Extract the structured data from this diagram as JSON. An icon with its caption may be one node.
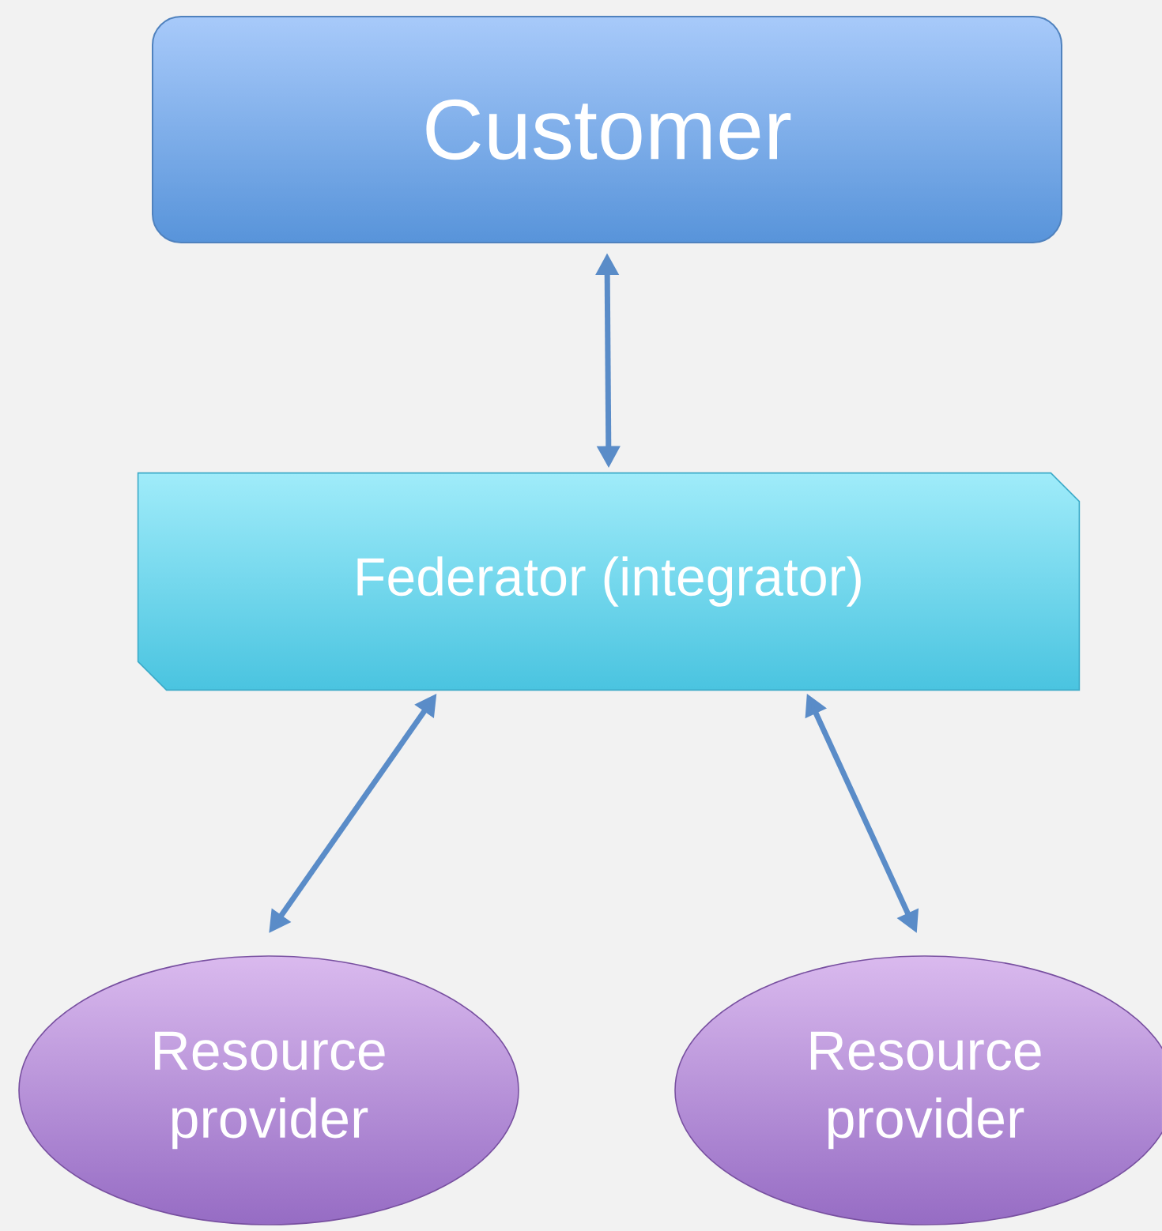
{
  "diagram": {
    "nodes": [
      {
        "text": [
          "Customer"
        ]
      },
      {
        "text": [
          "Federator (integrator)"
        ]
      },
      {
        "text": [
          "Resource provider"
        ]
      },
      {
        "text": [
          "Resource provider"
        ]
      }
    ],
    "edges": [
      {
        "from": 0,
        "to": 1,
        "arrow": "both"
      },
      {
        "from": 1,
        "to": 2,
        "arrow": "both"
      },
      {
        "from": 1,
        "to": 3,
        "arrow": "both"
      }
    ]
  }
}
